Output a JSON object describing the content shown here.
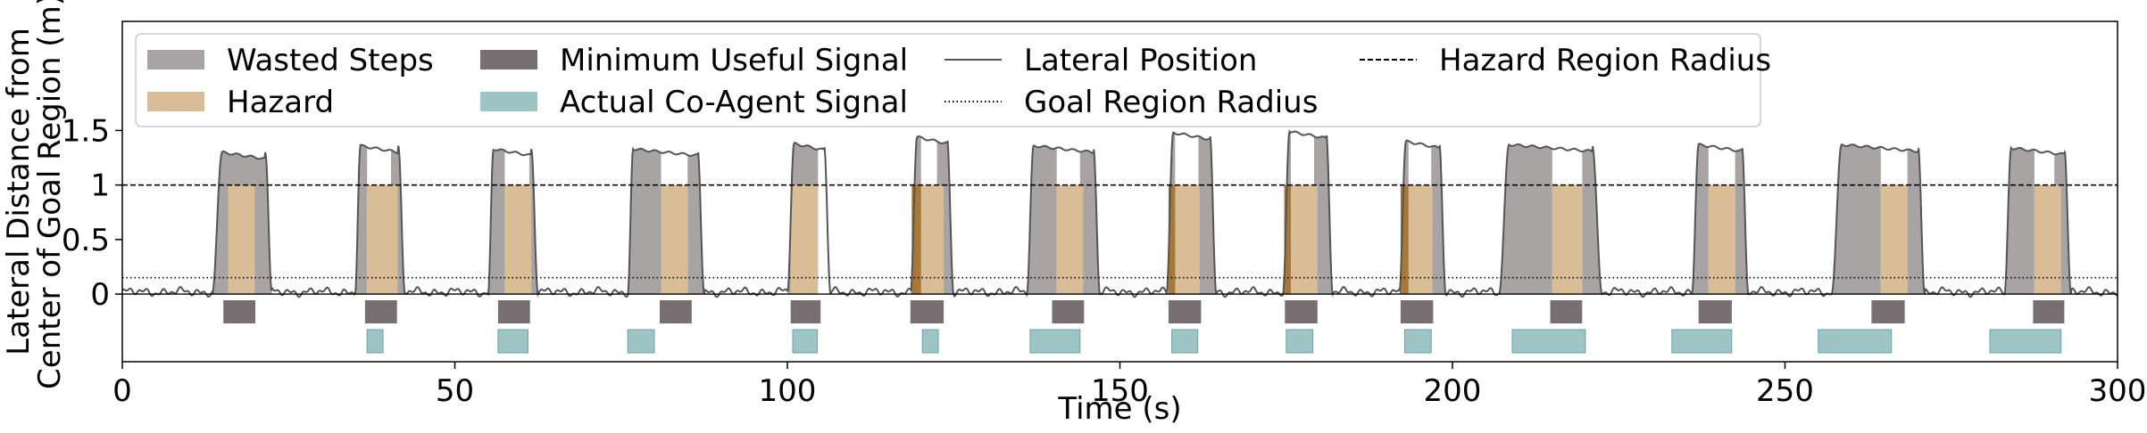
{
  "chart_data": {
    "type": "area",
    "xlabel": "Time (s)",
    "ylabel_lines": [
      "Lateral Distance from",
      "Center of Goal Region (m)"
    ],
    "xlim": [
      0,
      300
    ],
    "ylim": [
      -0.62,
      2.5
    ],
    "x_ticks": [
      0,
      50,
      100,
      150,
      200,
      250,
      300
    ],
    "y_ticks": [
      0,
      0.5,
      1,
      1.5
    ],
    "y_tick_labels": [
      "0",
      "0.5",
      "1",
      "1.5"
    ],
    "hazard_region_radius": 1.0,
    "goal_region_radius": 0.15,
    "legend": {
      "placement": "upper-left",
      "entries": [
        {
          "label": "Wasted Steps",
          "kind": "patch",
          "color": "#a8a4a4"
        },
        {
          "label": "Hazard",
          "kind": "patch",
          "color": "#d8bd97"
        },
        {
          "label": "Minimum Useful Signal",
          "kind": "patch",
          "color": "#787070"
        },
        {
          "label": "Actual Co-Agent Signal",
          "kind": "patch",
          "color": "#9ec5c5"
        },
        {
          "label": "Lateral Position",
          "kind": "line-solid",
          "color": "#555555"
        },
        {
          "label": "Goal Region Radius",
          "kind": "line-dotted",
          "color": "#000000"
        },
        {
          "label": "Hazard Region Radius",
          "kind": "line-dashed",
          "color": "#000000"
        }
      ]
    },
    "colors": {
      "wasted": "#a8a4a4",
      "hazard": "#d8bd97",
      "hazard_overlap": "#a87838",
      "min_signal": "#787070",
      "co_agent": "#9ec5c5",
      "co_agent_edge": "#6aa3a3",
      "position": "#555555"
    },
    "events": [
      {
        "rise": 13.5,
        "plateau_start": 15.0,
        "plateau_end": 21.5,
        "fall": 22.5,
        "peak": 1.3,
        "hazard": [
          15.9,
          19.9
        ],
        "hazard_dark": null,
        "white_gap": null,
        "signal": [
          15.2,
          20.0
        ],
        "co_agent": []
      },
      {
        "rise": 35.0,
        "plateau_start": 35.8,
        "plateau_end": 41.5,
        "fall": 42.5,
        "peak": 1.36,
        "hazard": [
          36.8,
          41.4
        ],
        "hazard_dark": null,
        "white_gap": [
          36.8,
          40.4
        ],
        "signal": [
          36.5,
          41.3
        ],
        "co_agent": [
          [
            36.8,
            39.2
          ]
        ]
      },
      {
        "rise": 55.0,
        "plateau_start": 55.8,
        "plateau_end": 61.5,
        "fall": 62.5,
        "peak": 1.33,
        "hazard": [
          57.5,
          61.5
        ],
        "hazard_dark": null,
        "white_gap": [
          57.5,
          61.2
        ],
        "signal": [
          56.5,
          61.3
        ],
        "co_agent": [
          [
            56.5,
            61.0
          ]
        ]
      },
      {
        "rise": 76.0,
        "plateau_start": 76.8,
        "plateau_end": 86.5,
        "fall": 87.5,
        "peak": 1.33,
        "hazard": [
          81.0,
          85.0
        ],
        "hazard_dark": null,
        "white_gap": [
          81.0,
          85.0
        ],
        "signal": [
          80.8,
          85.6
        ],
        "co_agent": [
          [
            76.0,
            80.0
          ]
        ]
      },
      {
        "rise": 100.0,
        "plateau_start": 101.0,
        "plateau_end": 105.5,
        "fall": 106.5,
        "peak": 1.38,
        "hazard": [
          100.5,
          104.6
        ],
        "hazard_dark": null,
        "white_gap": [
          104.6,
          106.3
        ],
        "signal": [
          100.5,
          105.0
        ],
        "co_agent": [
          [
            100.8,
            104.5
          ]
        ]
      },
      {
        "rise": 118.5,
        "plateau_start": 119.5,
        "plateau_end": 124.0,
        "fall": 125.0,
        "peak": 1.44,
        "hazard": [
          119.5,
          123.5
        ],
        "hazard_dark": [
          118.7,
          120.1
        ],
        "white_gap": [
          120.1,
          122.5
        ],
        "signal": [
          118.5,
          123.5
        ],
        "co_agent": [
          [
            120.3,
            122.7
          ]
        ]
      },
      {
        "rise": 136.0,
        "plateau_start": 137.0,
        "plateau_end": 146.0,
        "fall": 147.0,
        "peak": 1.36,
        "hazard": [
          140.5,
          144.5
        ],
        "hazard_dark": null,
        "white_gap": [
          140.5,
          144.0
        ],
        "signal": [
          139.8,
          144.6
        ],
        "co_agent": [
          [
            136.5,
            144.0
          ]
        ]
      },
      {
        "rise": 157.0,
        "plateau_start": 158.0,
        "plateau_end": 163.5,
        "fall": 164.5,
        "peak": 1.48,
        "hazard": [
          158.0,
          162.0
        ],
        "hazard_dark": [
          157.3,
          158.3
        ],
        "white_gap": [
          158.3,
          161.8
        ],
        "signal": [
          157.3,
          162.2
        ],
        "co_agent": [
          [
            157.8,
            161.7
          ]
        ]
      },
      {
        "rise": 174.5,
        "plateau_start": 175.5,
        "plateau_end": 181.0,
        "fall": 182.0,
        "peak": 1.49,
        "hazard": [
          175.7,
          179.7
        ],
        "hazard_dark": [
          174.7,
          175.7
        ],
        "white_gap": [
          175.7,
          179.2
        ],
        "signal": [
          174.8,
          179.7
        ],
        "co_agent": [
          [
            175.0,
            179.0
          ]
        ]
      },
      {
        "rise": 192.0,
        "plateau_start": 193.0,
        "plateau_end": 198.0,
        "fall": 199.0,
        "peak": 1.4,
        "hazard": [
          193.0,
          197.0
        ],
        "hazard_dark": [
          192.2,
          193.4
        ],
        "white_gap": [
          193.4,
          196.8
        ],
        "signal": [
          192.2,
          197.1
        ],
        "co_agent": [
          [
            192.8,
            196.8
          ]
        ]
      },
      {
        "rise": 207.0,
        "plateau_start": 208.5,
        "plateau_end": 221.0,
        "fall": 222.5,
        "peak": 1.37,
        "hazard": [
          215.0,
          219.5
        ],
        "hazard_dark": null,
        "white_gap": [
          215.0,
          219.5
        ],
        "signal": [
          214.7,
          219.5
        ],
        "co_agent": [
          [
            209.0,
            220.0
          ]
        ]
      },
      {
        "rise": 236.0,
        "plateau_start": 237.0,
        "plateau_end": 243.5,
        "fall": 244.5,
        "peak": 1.37,
        "hazard": [
          238.5,
          242.5
        ],
        "hazard_dark": null,
        "white_gap": [
          238.5,
          242.5
        ],
        "signal": [
          237.0,
          242.0
        ],
        "co_agent": [
          [
            233.0,
            242.0
          ]
        ]
      },
      {
        "rise": 257.0,
        "plateau_start": 258.5,
        "plateau_end": 270.0,
        "fall": 271.0,
        "peak": 1.37,
        "hazard": [
          264.4,
          268.4
        ],
        "hazard_dark": null,
        "white_gap": [
          264.4,
          268.4
        ],
        "signal": [
          263.0,
          268.0
        ],
        "co_agent": [
          [
            255.0,
            266.0
          ]
        ]
      },
      {
        "rise": 283.0,
        "plateau_start": 284.0,
        "plateau_end": 292.0,
        "fall": 293.0,
        "peak": 1.34,
        "hazard": [
          287.5,
          291.5
        ],
        "hazard_dark": null,
        "white_gap": [
          287.5,
          290.5
        ],
        "signal": [
          287.3,
          292.0
        ],
        "co_agent": [
          [
            280.8,
            291.5
          ]
        ]
      }
    ]
  }
}
